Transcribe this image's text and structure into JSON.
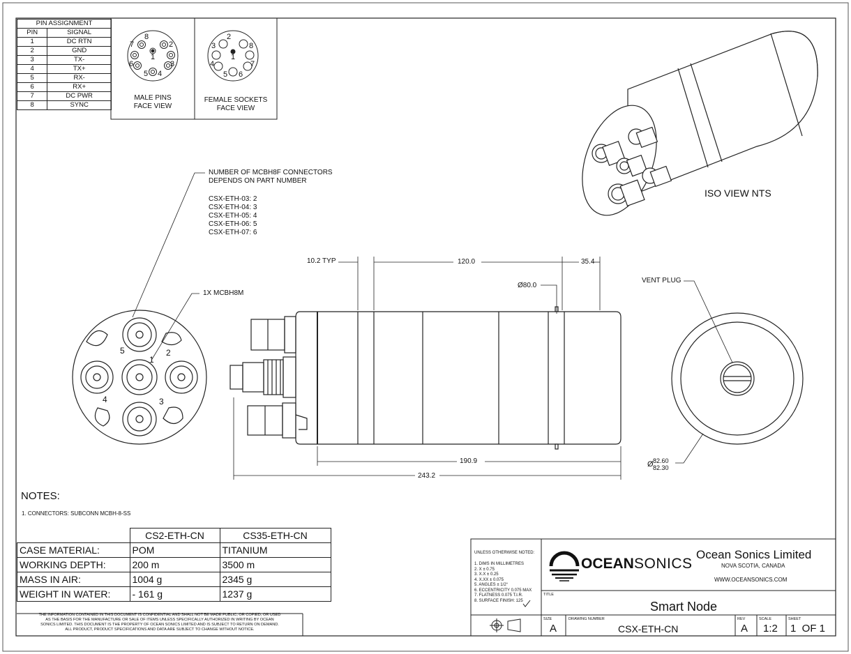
{
  "pin_table": {
    "title": "PIN ASSIGNMENT",
    "headers": [
      "PIN",
      "SIGNAL"
    ],
    "rows": [
      {
        "pin": "1",
        "signal": "DC RTN"
      },
      {
        "pin": "2",
        "signal": "GND"
      },
      {
        "pin": "3",
        "signal": "TX-"
      },
      {
        "pin": "4",
        "signal": "TX+"
      },
      {
        "pin": "5",
        "signal": "RX-"
      },
      {
        "pin": "6",
        "signal": "RX+"
      },
      {
        "pin": "7",
        "signal": "DC PWR"
      },
      {
        "pin": "8",
        "signal": "SYNC"
      }
    ]
  },
  "connector_views": {
    "male_label_1": "MALE PINS",
    "male_label_2": "FACE VIEW",
    "female_label_1": "FEMALE SOCKETS",
    "female_label_2": "FACE VIEW",
    "male_numbers": [
      "8",
      "7",
      "2",
      "1",
      "6",
      "3",
      "5",
      "4"
    ],
    "female_numbers": [
      "2",
      "3",
      "8",
      "1",
      "4",
      "7",
      "5",
      "6"
    ]
  },
  "iso_view_label": "ISO VIEW NTS",
  "connector_note": {
    "line1": "NUMBER OF MCBH8F CONNECTORS",
    "line2": "DEPENDS ON PART NUMBER",
    "parts": [
      {
        "part": "CSX-ETH-03:",
        "count": "2"
      },
      {
        "part": "CSX-ETH-04:",
        "count": "3"
      },
      {
        "part": "CSX-ETH-05:",
        "count": "4"
      },
      {
        "part": "CSX-ETH-06:",
        "count": "5"
      },
      {
        "part": "CSX-ETH-07:",
        "count": "6"
      }
    ]
  },
  "male_connector_note": "1X MCBH8M",
  "end_view_numbers": [
    "5",
    "2",
    "1",
    "4",
    "3"
  ],
  "dimensions": {
    "typ": "10.2 TYP",
    "d120": "120.0",
    "d354": "35.4",
    "dia80": "Ø80.0",
    "d1909": "190.9",
    "d2432": "243.2",
    "vent": "VENT PLUG",
    "dia_sym": "Ø",
    "dia_upper": "82.60",
    "dia_lower": "82.30"
  },
  "notes": {
    "title": "NOTES:",
    "item1": "1.     CONNECTORS:  SUBCONN MCBH-8-SS"
  },
  "materials": {
    "columns": [
      "CS2-ETH-CN",
      "CS35-ETH-CN"
    ],
    "rows": [
      {
        "label": "CASE MATERIAL:",
        "v1": "POM",
        "v2": "TITANIUM"
      },
      {
        "label": "WORKING DEPTH:",
        "v1": "200 m",
        "v2": "3500 m"
      },
      {
        "label": "MASS IN AIR:",
        "v1": "1004 g",
        "v2": "2345 g"
      },
      {
        "label": "WEIGHT IN WATER:",
        "v1": "- 161 g",
        "v2": "1237 g"
      }
    ]
  },
  "confidential": {
    "line1": "THE INFORMATION CONTAINED IN THIS DOCUMENT IS CONFIDENTIAL AND SHALL NOT BE MADE PUBLIC, OR COPIED, OR USED",
    "line2": "AS THE BASIS FOR THE MANUFACTURE OR SALE OF ITEMS UNLESS SPECIFICALLY AUTHORIZED IN WRITING BY OCEAN",
    "line3": "SONICS LIMITED. THIS DOCUMENT IS THE PROPERTY OF OCEAN SONICS LIMITED AND IS SUBJECT TO RETURN ON DEMAND.",
    "line4": "ALL PRODUCT, PRODUCT SPECIFICATIONS AND DATA ARE SUBJECT TO CHANGE WITHOUT NOTICE."
  },
  "tolerances": {
    "title": "UNLESS OTHERWISE NOTED:",
    "items": [
      "1. DIMS IN MILLIMETRES",
      "2. X  ± 0.75",
      "3. X.X  ± 0.25",
      "4. X.XX ± 0.075",
      "5. ANGLES ± 1/2°",
      "6. ECCENTRICITY 0.075 MAX",
      "7. FLATNESS 0.075 T.I.R.",
      "8. SURFACE FINISH:  125"
    ]
  },
  "title_block": {
    "logo_bold": "OCEAN",
    "logo_light": "SONICS",
    "company": "Ocean Sonics Limited",
    "location": "NOVA SCOTIA, CANADA",
    "website": "WWW.OCEANSONICS.COM",
    "title_label": "TITLE",
    "title": "Smart Node",
    "size_label": "SIZE",
    "size": "A",
    "drawing_label": "DRAWING NUMBER",
    "drawing_number": "CSX-ETH-CN",
    "rev_label": "REV",
    "rev": "A",
    "scale_label": "SCALE",
    "scale": "1:2",
    "sheet_label": "SHEET",
    "sheet": "1  OF 1"
  }
}
